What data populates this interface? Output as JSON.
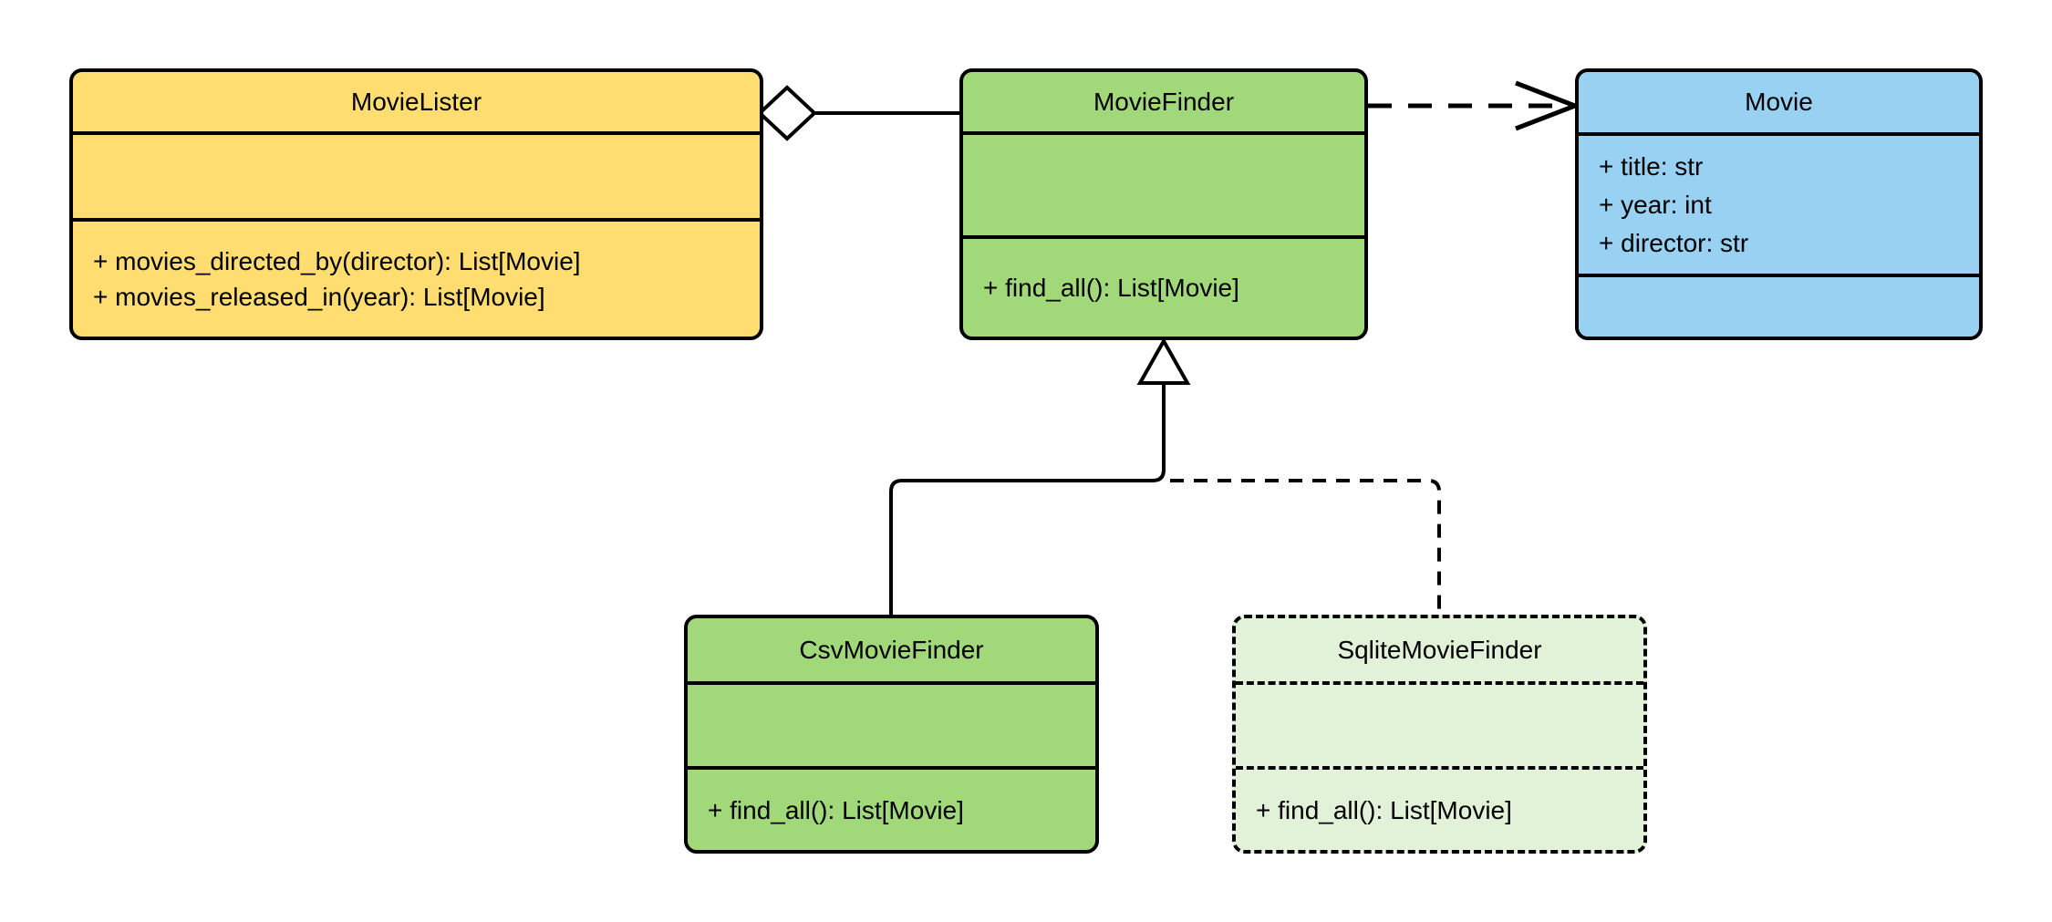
{
  "colors": {
    "background": "#FFFFFF",
    "yellow": "#FFDD71",
    "green": "#A1D97A",
    "light_green": "#E2F2D8",
    "blue": "#99D1F2",
    "stroke": "#000000"
  },
  "classes": {
    "movie_lister": {
      "name": "MovieLister",
      "attributes": [],
      "methods": [
        "+ movies_directed_by(director): List[Movie]",
        "+ movies_released_in(year): List[Movie]"
      ]
    },
    "movie_finder": {
      "name": "MovieFinder",
      "attributes": [],
      "methods": [
        "+ find_all(): List[Movie]"
      ]
    },
    "movie": {
      "name": "Movie",
      "attributes": [
        "+ title: str",
        "+ year: int",
        "+ director: str"
      ],
      "methods": []
    },
    "csv_movie_finder": {
      "name": "CsvMovieFinder",
      "attributes": [],
      "methods": [
        "+ find_all(): List[Movie]"
      ]
    },
    "sqlite_movie_finder": {
      "name": "SqliteMovieFinder",
      "attributes": [],
      "methods": [
        "+ find_all(): List[Movie]"
      ]
    }
  },
  "relationships": [
    {
      "type": "aggregation",
      "owner": "MovieLister",
      "part": "MovieFinder",
      "line": "solid",
      "marker": "open-diamond"
    },
    {
      "type": "dependency",
      "from": "MovieFinder",
      "to": "Movie",
      "line": "dashed",
      "marker": "open-arrow"
    },
    {
      "type": "generalization",
      "child": "CsvMovieFinder",
      "parent": "MovieFinder",
      "line": "solid",
      "marker": "hollow-triangle"
    },
    {
      "type": "generalization",
      "child": "SqliteMovieFinder",
      "parent": "MovieFinder",
      "line": "dashed",
      "marker": "hollow-triangle"
    }
  ]
}
